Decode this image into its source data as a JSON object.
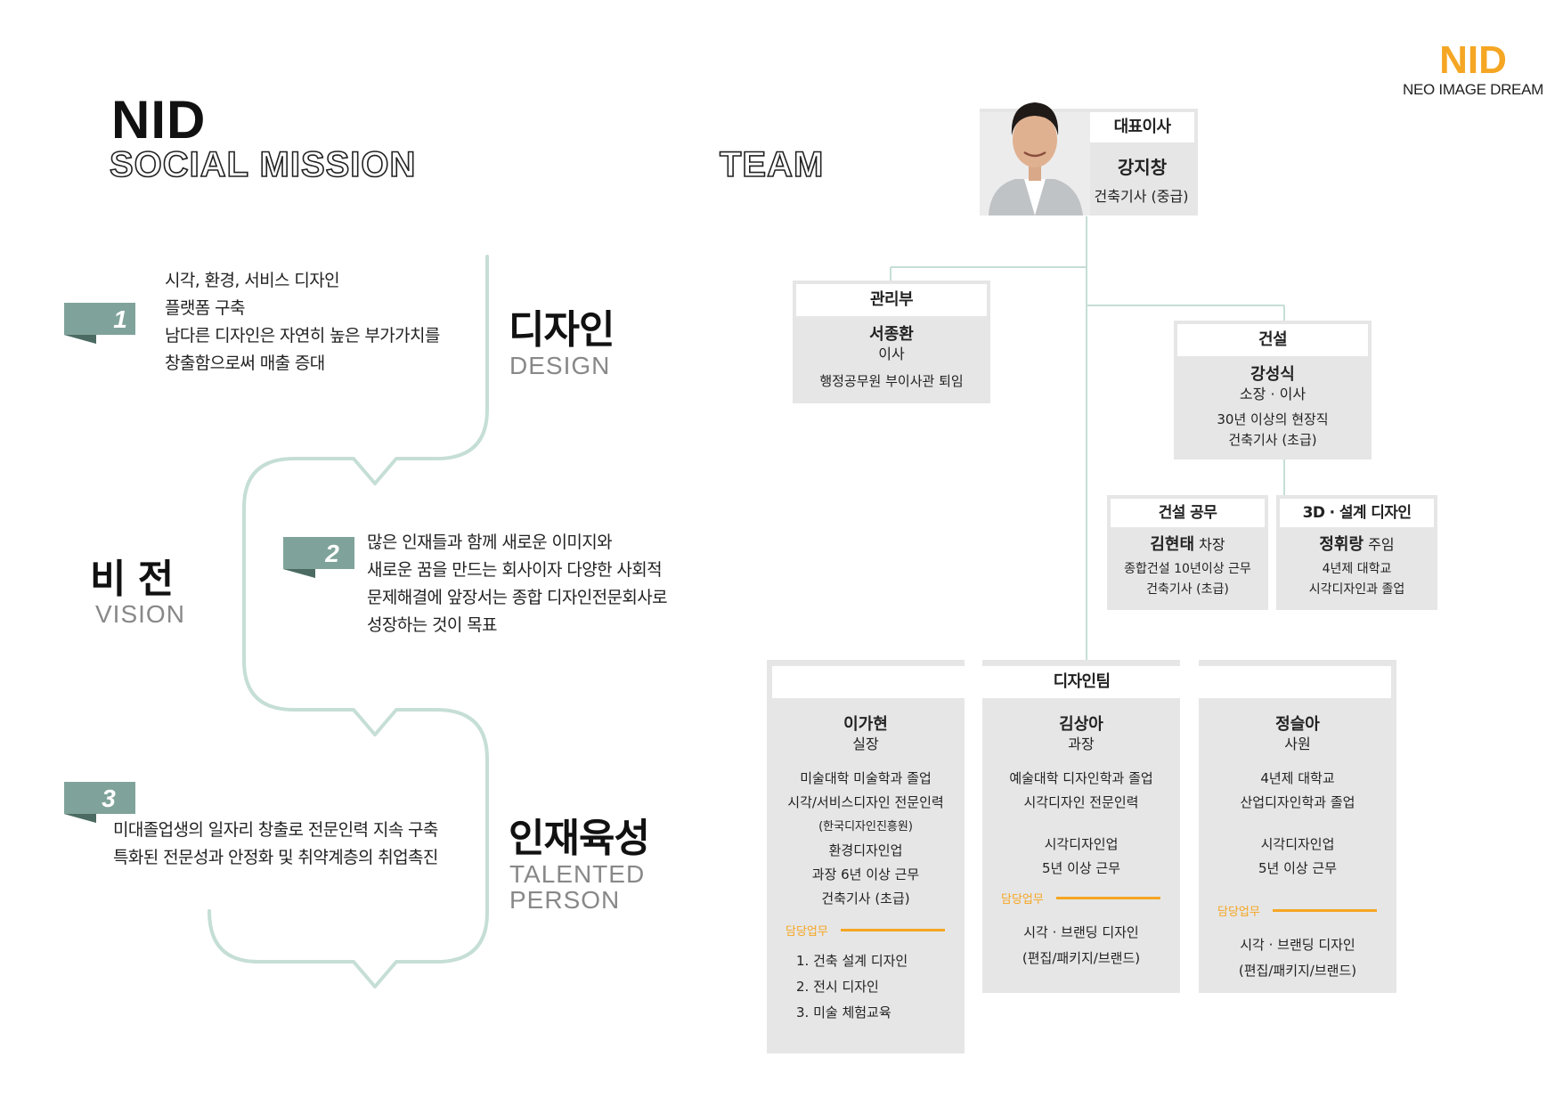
{
  "brand": {
    "logo": "NID",
    "tagline": "NEO IMAGE DREAM",
    "accent_color": "#f5a623",
    "line_color": "#c5ded6"
  },
  "header": {
    "title": "NID",
    "subtitle": "SOCIAL MISSION",
    "team_title": "TEAM"
  },
  "vision": {
    "ko": "비 전",
    "en": "VISION"
  },
  "missions": [
    {
      "number": "1",
      "lines": [
        "시각, 환경, 서비스 디자인",
        "플랫폼 구축",
        "남다른 디자인은 자연히 높은 부가가치를",
        "창출함으로써 매출 증대"
      ],
      "keyword_ko": "디자인",
      "keyword_en": "DESIGN"
    },
    {
      "number": "2",
      "lines": [
        "많은 인재들과 함께 새로운 이미지와",
        "새로운 꿈을 만드는 회사이자 다양한 사회적",
        "문제해결에 앞장서는 종합 디자인전문회사로",
        "성장하는 것이 목표"
      ]
    },
    {
      "number": "3",
      "lines": [
        "미대졸업생의 일자리 창출로 전문인력 지속 구축",
        "특화된 전문성과 안정화 및 취약계층의 취업촉진"
      ],
      "keyword_ko": "인재육성",
      "keyword_en_1": "TALENTED",
      "keyword_en_2": "PERSON"
    }
  ],
  "org": {
    "ceo": {
      "role": "대표이사",
      "name": "강지창",
      "detail": "건축기사 (중급)",
      "photo": "ceo-photo"
    },
    "admin": {
      "dept": "관리부",
      "name": "서종환",
      "title": "이사",
      "detail": "행정공무원 부이사관 퇴임"
    },
    "construction": {
      "dept": "건설",
      "name": "강성식",
      "title": "소장 · 이사",
      "detail_1": "30년 이상의 현장직",
      "detail_2": "건축기사 (초급)"
    },
    "construction_works": {
      "dept": "건설 공무",
      "name": "김현태",
      "title": "차장",
      "detail_1": "종합건설 10년이상 근무",
      "detail_2": "건축기사 (초급)"
    },
    "design3d": {
      "dept": "3D · 설계 디자인",
      "name": "정휘랑",
      "title": "주임",
      "detail_1": "4년제 대학교",
      "detail_2": "시각디자인과 졸업"
    },
    "design_team": {
      "dept": "디자인팀",
      "duty_label": "담당업무",
      "members": [
        {
          "name": "이가현",
          "title": "실장",
          "lines": [
            "미술대학 미술학과 졸업",
            "시각/서비스디자인 전문인력",
            "(한국디자인진흥원)",
            "환경디자인업",
            "과장 6년 이상 근무",
            "건축기사 (초급)"
          ],
          "duties": [
            "1. 건축 설계 디자인",
            "2. 전시 디자인",
            "3. 미술 체험교육"
          ]
        },
        {
          "name": "김상아",
          "title": "과장",
          "lines": [
            "예술대학 디자인학과 졸업",
            "시각디자인 전문인력",
            "시각디자인업",
            "5년 이상 근무"
          ],
          "duties": [
            "시각 · 브랜딩 디자인",
            "(편집/패키지/브랜드)"
          ]
        },
        {
          "name": "정슬아",
          "title": "사원",
          "lines": [
            "4년제 대학교",
            "산업디자인학과 졸업",
            "시각디자인업",
            "5년 이상 근무"
          ],
          "duties": [
            "시각 · 브랜딩 디자인",
            "(편집/패키지/브랜드)"
          ]
        }
      ]
    }
  }
}
